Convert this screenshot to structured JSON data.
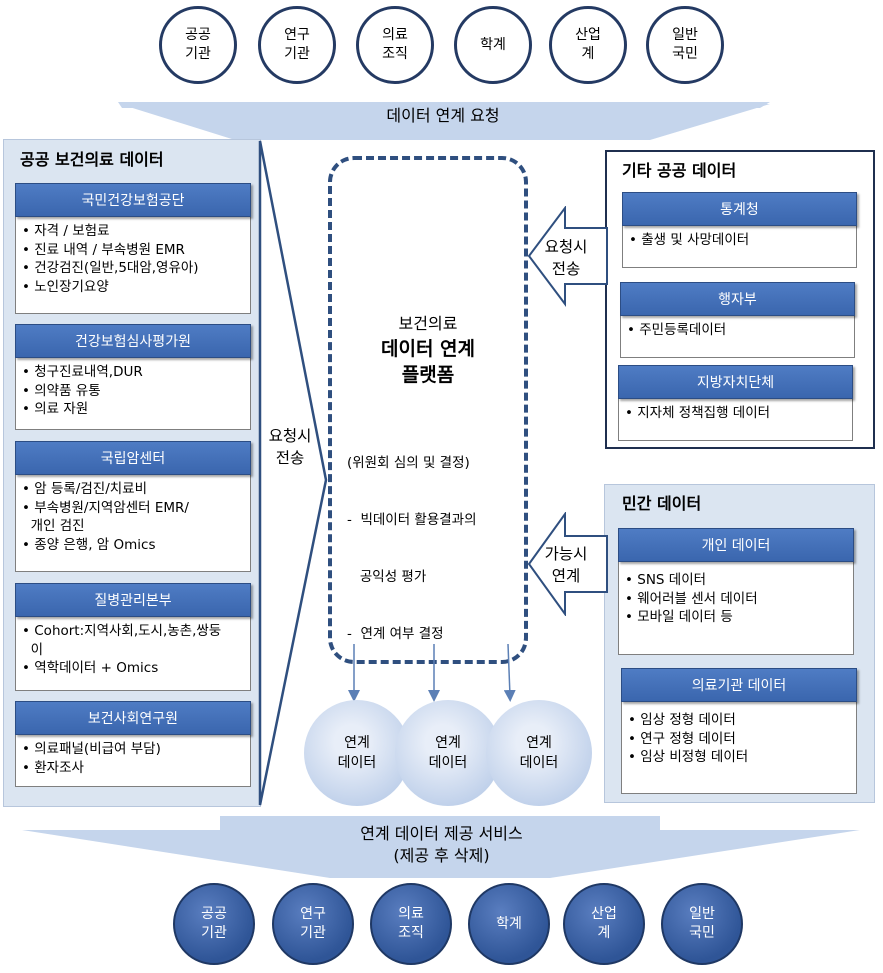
{
  "top_circles": [
    {
      "line1": "공공",
      "line2": "기관"
    },
    {
      "line1": "연구",
      "line2": "기관"
    },
    {
      "line1": "의료",
      "line2": "조직"
    },
    {
      "line1": "학계",
      "line2": ""
    },
    {
      "line1": "산업",
      "line2": "계"
    },
    {
      "line1": "일반",
      "line2": "국민"
    }
  ],
  "bottom_circles": [
    {
      "line1": "공공",
      "line2": "기관"
    },
    {
      "line1": "연구",
      "line2": "기관"
    },
    {
      "line1": "의료",
      "line2": "조직"
    },
    {
      "line1": "학계",
      "line2": ""
    },
    {
      "line1": "산업",
      "line2": "계"
    },
    {
      "line1": "일반",
      "line2": "국민"
    }
  ],
  "top_banner": "데이터 연계 요청",
  "bottom_banner": {
    "line1": "연계 데이터 제공 서비스",
    "line2": "(제공 후 삭제)"
  },
  "left_panel": {
    "title": "공공 보건의료 데이터",
    "boxes": [
      {
        "head": "국민건강보험공단",
        "items": [
          "• 자격 / 보험료",
          "• 진료 내역 / 부속병원 EMR",
          "• 건강검진(일반,5대암,영유아)",
          "• 노인장기요양"
        ]
      },
      {
        "head": "건강보험심사평가원",
        "items": [
          "• 청구진료내역,DUR",
          "• 의약품 유통",
          "• 의료 자원"
        ]
      },
      {
        "head": "국립암센터",
        "items": [
          "• 암 등록/검진/치료비",
          "• 부속병원/지역암센터 EMR/",
          "  개인 검진",
          "• 종양 은행, 암 Omics"
        ]
      },
      {
        "head": "질병관리본부",
        "items": [
          "• Cohort:지역사회,도시,농촌,쌍둥",
          "  이",
          "• 역학데이터 + Omics"
        ]
      },
      {
        "head": "보건사회연구원",
        "items": [
          "• 의료패널(비급여 부담)",
          "• 환자조사"
        ]
      }
    ],
    "transfer_label": {
      "line1": "요청시",
      "line2": "전송"
    }
  },
  "center": {
    "line1": "보건의료",
    "line2": "데이터 연계",
    "line3": "플랫폼",
    "note1": "(위원회 심의 및 결정)",
    "note2": "-  빅데이터 활용결과의",
    "note3": "   공익성 평가",
    "note4": "-  연계 여부 결정",
    "bubbles": [
      {
        "line1": "연계",
        "line2": "데이터"
      },
      {
        "line1": "연계",
        "line2": "데이터"
      },
      {
        "line1": "연계",
        "line2": "데이터"
      }
    ]
  },
  "right_top_panel": {
    "title": "기타 공공 데이터",
    "arrow_label": {
      "line1": "요청시",
      "line2": "전송"
    },
    "boxes": [
      {
        "head": "통계청",
        "items": [
          "• 출생 및 사망데이터"
        ]
      },
      {
        "head": "행자부",
        "items": [
          "• 주민등록데이터"
        ]
      },
      {
        "head": "지방자치단체",
        "items": [
          "• 지자체 정책집행 데이터"
        ]
      }
    ]
  },
  "right_bottom_panel": {
    "title": "민간 데이터",
    "arrow_label": {
      "line1": "가능시",
      "line2": "연계"
    },
    "boxes": [
      {
        "head": "개인 데이터",
        "items": [
          "• SNS 데이터",
          "• 웨어러블 센서 데이터",
          "• 모바일 데이터 등"
        ]
      },
      {
        "head": "의료기관 데이터",
        "items": [
          "• 임상 정형 데이터",
          "• 연구 정형 데이터",
          "• 임상 비정형 데이터"
        ]
      }
    ]
  },
  "colors": {
    "header_blue": "#3a66ae",
    "panel_bg": "#dbe5f1",
    "dash": "#2f4f7f",
    "circle_border": "#243a63"
  }
}
